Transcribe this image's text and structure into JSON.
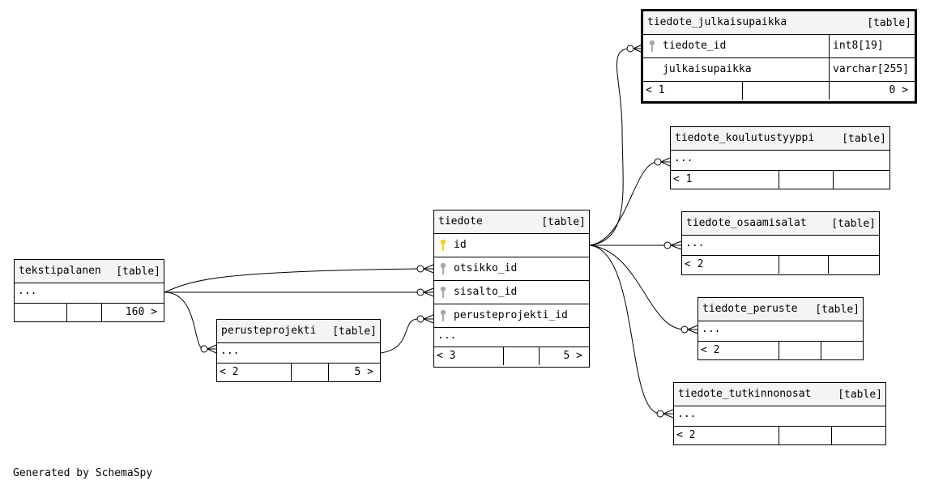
{
  "tables": {
    "tiedote_julkaisupaikka": {
      "name": "tiedote_julkaisupaikka",
      "kind": "[table]",
      "columns": [
        {
          "name": "tiedote_id",
          "type": "int8[19]"
        },
        {
          "name": "julkaisupaikka",
          "type": "varchar[255]"
        }
      ],
      "parents": "< 1",
      "children": "0 >"
    },
    "tiedote_koulutustyyppi": {
      "name": "tiedote_koulutustyyppi",
      "kind": "[table]",
      "more": "...",
      "parents": "< 1"
    },
    "tiedote_osaamisalat": {
      "name": "tiedote_osaamisalat",
      "kind": "[table]",
      "more": "...",
      "parents": "< 2"
    },
    "tiedote_peruste": {
      "name": "tiedote_peruste",
      "kind": "[table]",
      "more": "...",
      "parents": "< 2"
    },
    "tiedote_tutkinnonosat": {
      "name": "tiedote_tutkinnonosat",
      "kind": "[table]",
      "more": "...",
      "parents": "< 2"
    },
    "tiedote": {
      "name": "tiedote",
      "kind": "[table]",
      "columns": [
        {
          "name": "id",
          "key": "primary"
        },
        {
          "name": "otsikko_id",
          "key": "foreign"
        },
        {
          "name": "sisalto_id",
          "key": "foreign"
        },
        {
          "name": "perusteprojekti_id",
          "key": "foreign"
        }
      ],
      "more": "...",
      "parents": "< 3",
      "children": "5 >"
    },
    "tekstipalanen": {
      "name": "tekstipalanen",
      "kind": "[table]",
      "more": "...",
      "children": "160 >"
    },
    "perusteprojekti": {
      "name": "perusteprojekti",
      "kind": "[table]",
      "more": "...",
      "parents": "< 2",
      "children": "5 >"
    }
  },
  "key_colors": {
    "primary": "#f2d21b",
    "foreign": "#a8a8a8"
  },
  "footer": "Generated by SchemaSpy"
}
